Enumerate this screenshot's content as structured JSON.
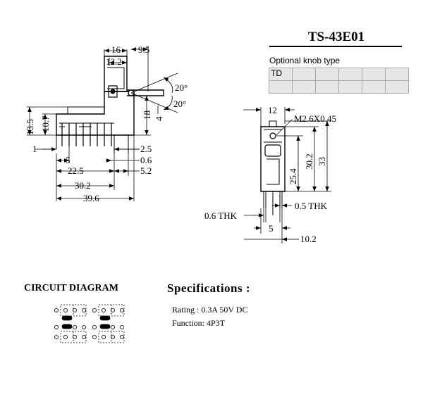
{
  "part_number": "TS-43E01",
  "knob": {
    "label": "Optional knob type",
    "rows": [
      [
        "TD",
        "",
        "",
        "",
        "",
        ""
      ],
      [
        "",
        "",
        "",
        "",
        "",
        ""
      ]
    ]
  },
  "dimensions": {
    "front": {
      "top_16": "16",
      "top_12_2": "12.2",
      "top_9_5": "9.5",
      "angle_upper": "20°",
      "angle_lower": "20°",
      "right_18": "18",
      "right_4": "4",
      "left_13_5": "13.5",
      "left_10_7": "10.7",
      "left_1": "1",
      "dim_2_5": "2.5",
      "dim_5": "5",
      "dim_0_6": "0.6",
      "dim_22_5": "22.5",
      "dim_5_2": "5.2",
      "dim_30_2": "30.2",
      "dim_39_6": "39.6"
    },
    "side": {
      "dim_12": "12",
      "thread": "M2.6X0.45",
      "dim_25_4": "25.4",
      "dim_30_2": "30.2",
      "dim_33": "33",
      "thk_0_6": "0.6  THK",
      "thk_0_5": "0.5  THK",
      "dim_5": "5",
      "dim_10_2": "10.2"
    }
  },
  "circuit": {
    "heading": "CIRCUIT DIAGRAM"
  },
  "specifications": {
    "heading": "Specifications :",
    "rating": "Rating : 0.3A 50V DC",
    "function": "Function: 4P3T"
  }
}
